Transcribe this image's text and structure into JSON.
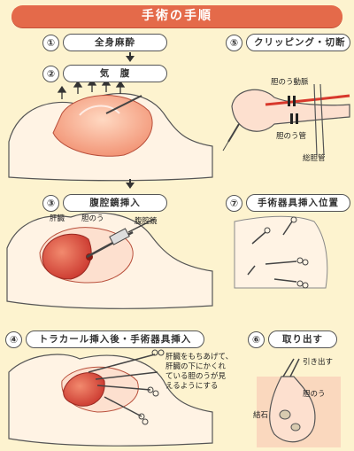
{
  "title": "手術の手順",
  "steps": [
    {
      "num": "①",
      "label": "全身麻酔"
    },
    {
      "num": "②",
      "label": "気　腹"
    },
    {
      "num": "③",
      "label": "腹腔鏡挿入"
    },
    {
      "num": "④",
      "label": "トラカール挿入後・手術器具挿入"
    },
    {
      "num": "⑤",
      "label": "クリッピング・切断"
    },
    {
      "num": "⑥",
      "label": "取り出す"
    },
    {
      "num": "⑦",
      "label": "手術器具挿入位置"
    }
  ],
  "labels": {
    "liver": "肝臓",
    "gallbladder": "胆のう",
    "laparoscope": "腹腔鏡",
    "cystic_artery": "胆のう動脈",
    "cystic_duct": "胆のう管",
    "common_bile_duct": "総胆管",
    "pull_out": "引き出す",
    "gallbladder2": "胆のう",
    "stone": "結石"
  },
  "note4": [
    "肝臓をもちあげて、",
    "肝臓の下にかくれ",
    "ている胆のうが見",
    "えるようにする"
  ],
  "colors": {
    "title_bg": "#e46a4a",
    "organ": "#e25a4c",
    "skin": "#fde8cc",
    "background": "#fdf3cf"
  }
}
